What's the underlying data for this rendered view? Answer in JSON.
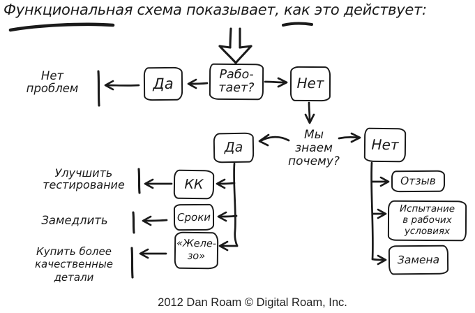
{
  "title": "Функциональная схема показывает, как это действует:",
  "footer": "2012 Dan Roam © Digital Roam, Inc.",
  "colors": {
    "ink": "#1a1a1a",
    "background": "#ffffff"
  },
  "nodes": {
    "works_question": "Рабо-\nтает?",
    "yes_top": "Да",
    "no_top": "Нет",
    "no_problem": "Нет\nпроблем",
    "know_why_question": "Мы\nзнаем\nпочему?",
    "yes_mid": "Да",
    "no_mid": "Нет",
    "qc": "КК",
    "deadlines": "Сроки",
    "hardware": "«Желе-\nзо»",
    "improve_testing": "Улучшить\nтестирование",
    "slow_down": "Замедлить",
    "buy_better_parts": "Купить более\nкачественные\nдетали",
    "recall": "Отзыв",
    "field_testing": "Испытание\nв рабочих\nусловиях",
    "replacement": "Замена"
  }
}
